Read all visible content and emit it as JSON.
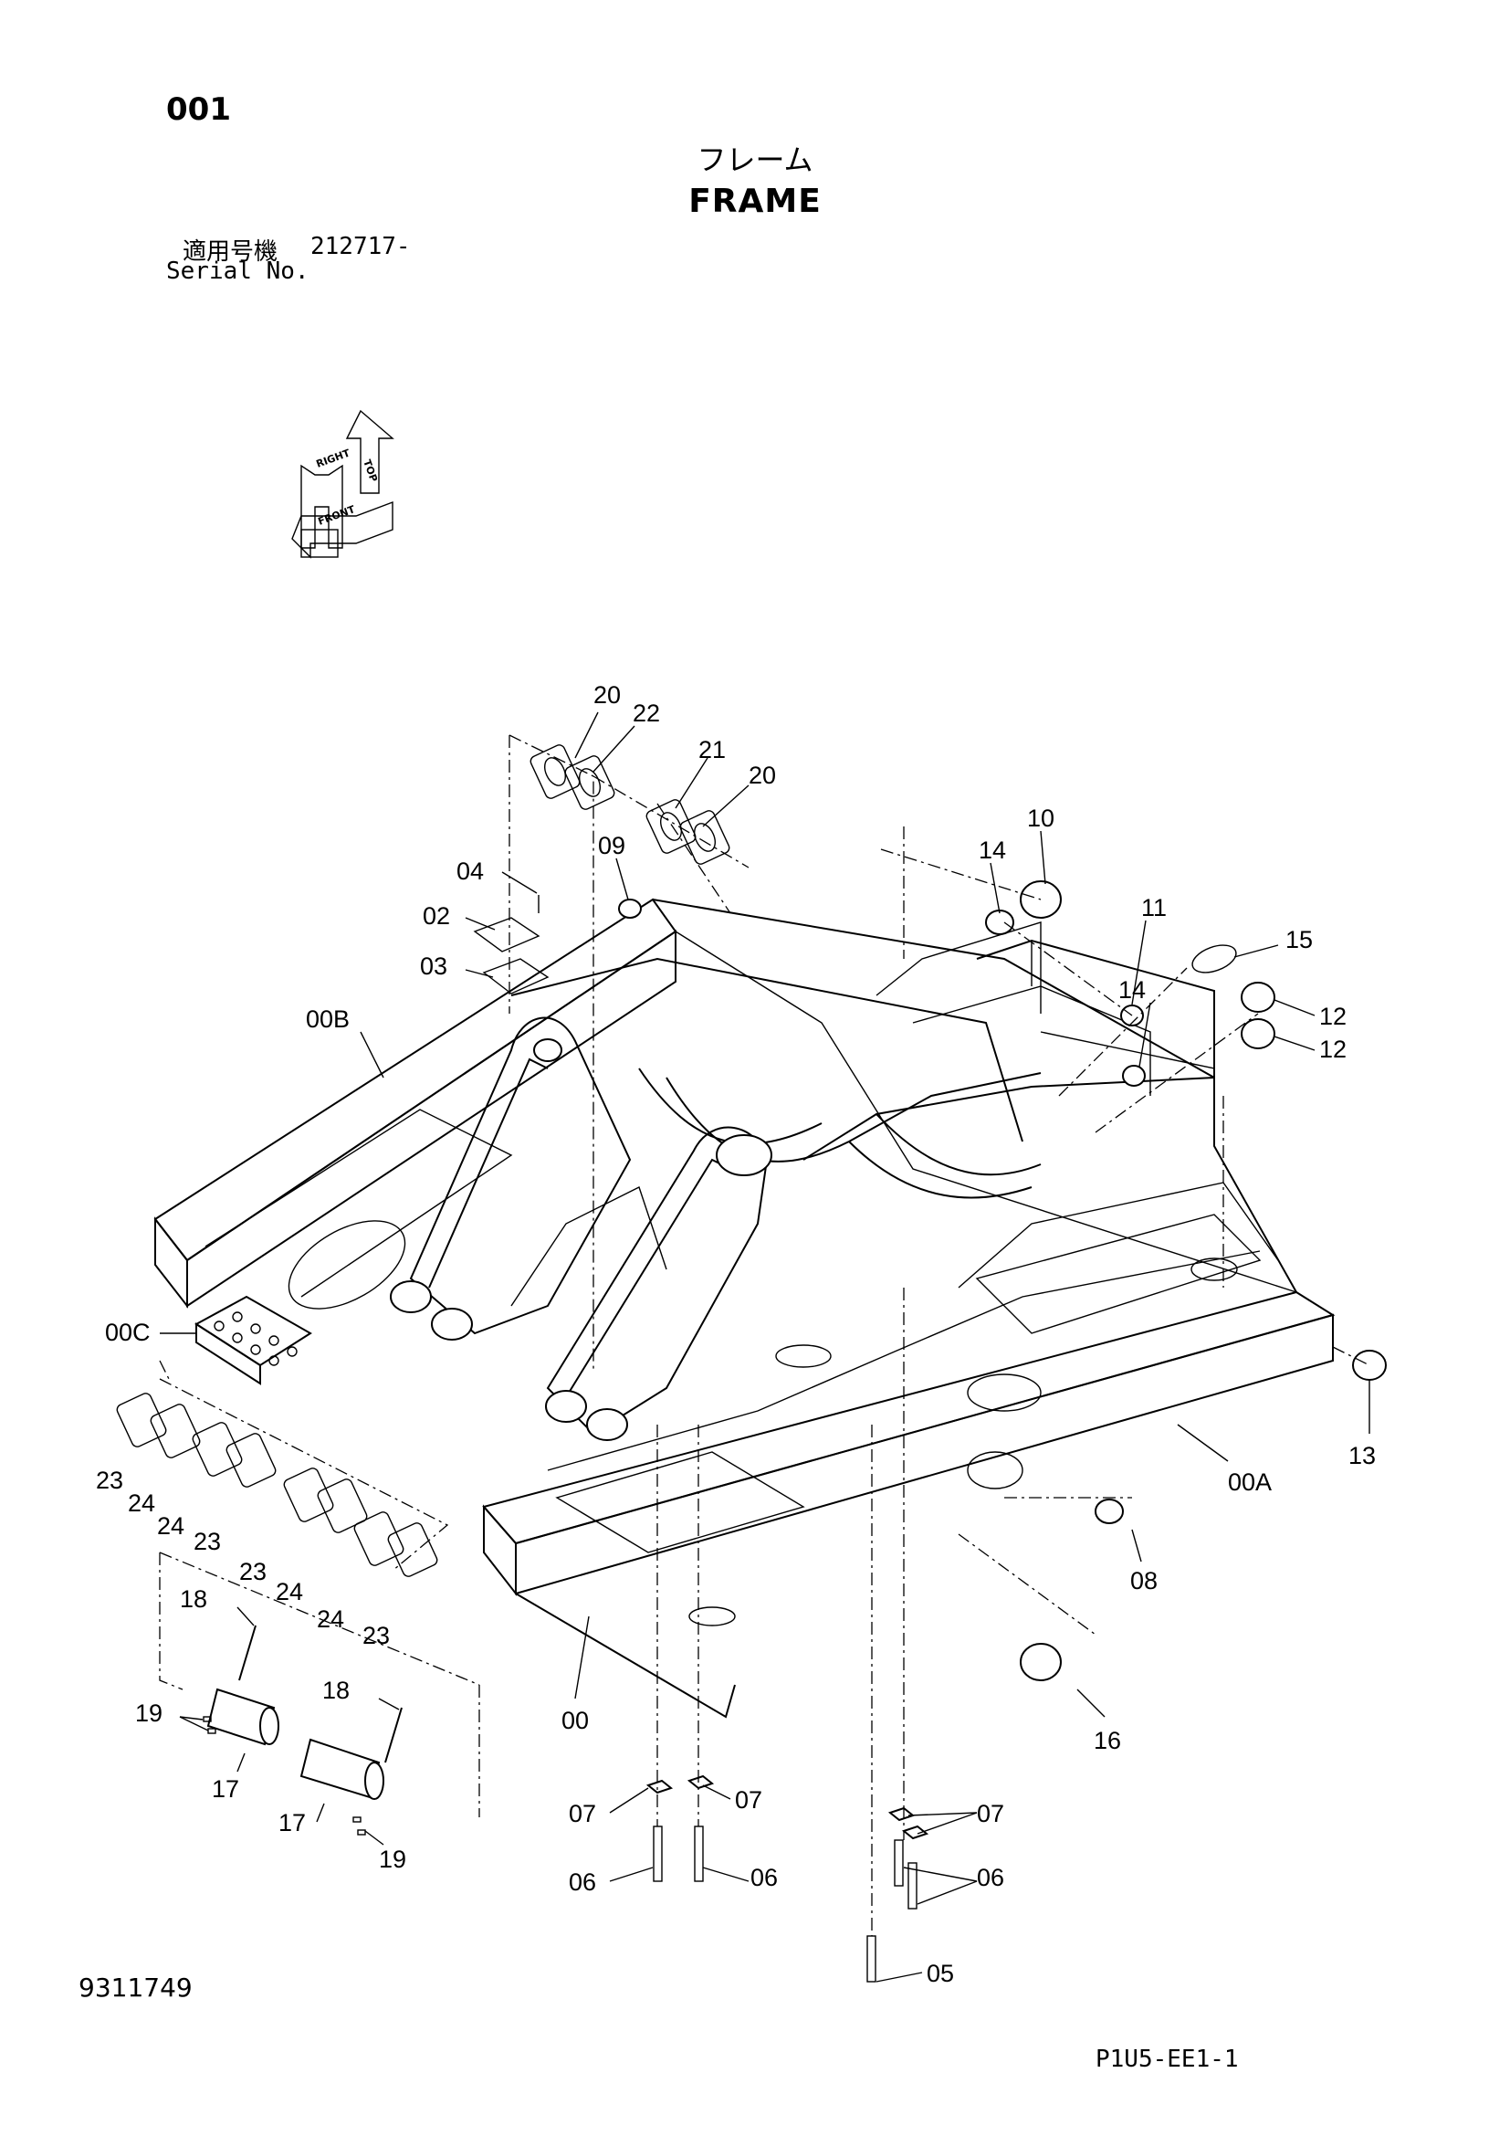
{
  "header": {
    "page_number": "001",
    "title_jp": "フレーム",
    "title_en": "FRAME",
    "serial_label_jp": "適用号機",
    "serial_value": "212717-",
    "serial_label_en": "Serial No."
  },
  "orientation_indicator": {
    "top": "TOP",
    "right": "RIGHT",
    "front": "FRONT"
  },
  "callouts": [
    {
      "label": "20"
    },
    {
      "label": "22"
    },
    {
      "label": "21"
    },
    {
      "label": "20"
    },
    {
      "label": "04"
    },
    {
      "label": "09"
    },
    {
      "label": "02"
    },
    {
      "label": "03"
    },
    {
      "label": "14"
    },
    {
      "label": "10"
    },
    {
      "label": "11"
    },
    {
      "label": "15"
    },
    {
      "label": "14"
    },
    {
      "label": "12"
    },
    {
      "label": "12"
    },
    {
      "label": "00B"
    },
    {
      "label": "00C"
    },
    {
      "label": "13"
    },
    {
      "label": "00A"
    },
    {
      "label": "08"
    },
    {
      "label": "23"
    },
    {
      "label": "24"
    },
    {
      "label": "24"
    },
    {
      "label": "23"
    },
    {
      "label": "23"
    },
    {
      "label": "24"
    },
    {
      "label": "24"
    },
    {
      "label": "23"
    },
    {
      "label": "18"
    },
    {
      "label": "18"
    },
    {
      "label": "19"
    },
    {
      "label": "17"
    },
    {
      "label": "17"
    },
    {
      "label": "19"
    },
    {
      "label": "00"
    },
    {
      "label": "16"
    },
    {
      "label": "07"
    },
    {
      "label": "07"
    },
    {
      "label": "07"
    },
    {
      "label": "06"
    },
    {
      "label": "06"
    },
    {
      "label": "06"
    },
    {
      "label": "05"
    }
  ],
  "footer": {
    "doc_number": "9311749",
    "sheet_code": "P1U5-EE1-1"
  }
}
